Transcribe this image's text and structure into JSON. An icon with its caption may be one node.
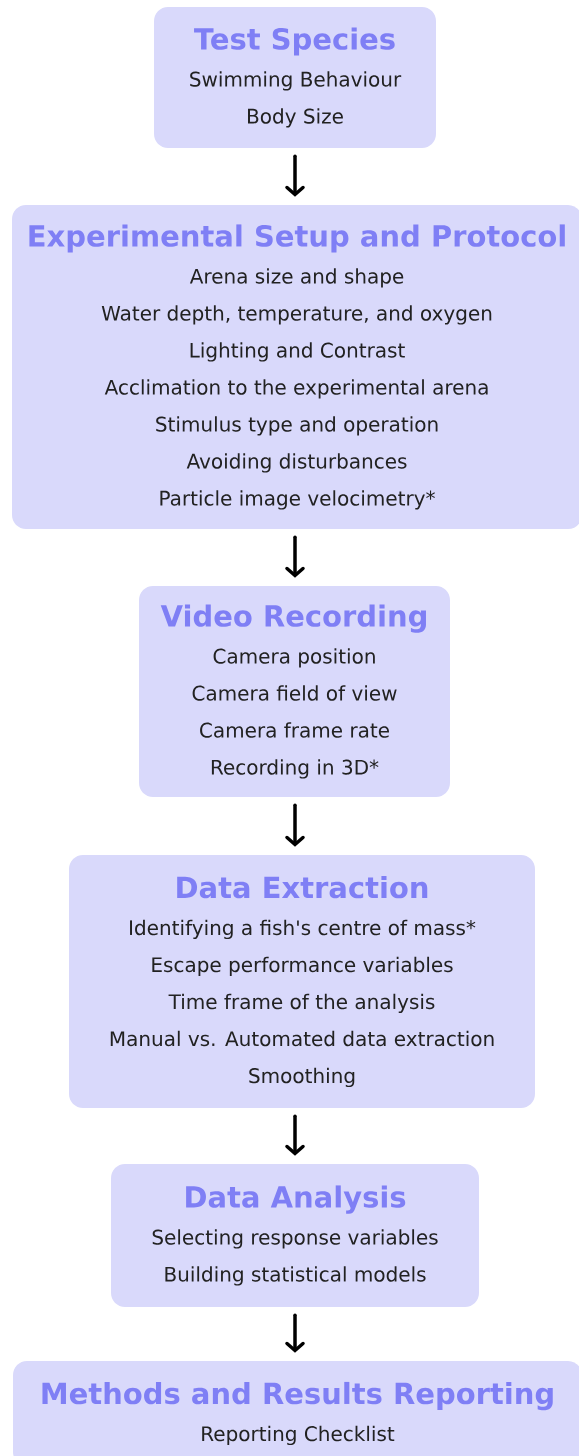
{
  "diagram": {
    "nodes": [
      {
        "text": [
          "Test Species",
          "Swimming Behaviour",
          "Body Size"
        ]
      },
      {
        "text": [
          "Experimental Setup and Protocol",
          "Arena size and shape",
          "Water depth, temperature, and oxygen",
          "Lighting and Contrast",
          "Acclimation to the experimental arena",
          "Stimulus type and operation",
          "Avoiding disturbances",
          "Particle image velocimetry*"
        ]
      },
      {
        "text": [
          "Video Recording",
          "Camera position",
          "Camera field of view",
          "Camera frame rate",
          "Recording in 3D*"
        ]
      },
      {
        "text": [
          "Data Extraction",
          "Identifying a fish's centre of mass*",
          "Escape performance variables",
          "Time frame of the analysis",
          "Manual vs. Automated data extraction",
          "Smoothing"
        ]
      },
      {
        "text": [
          "Data Analysis",
          "Selecting response variables",
          "Building statistical models"
        ]
      },
      {
        "text": [
          "Methods and Results Reporting",
          "Reporting Checklist"
        ]
      }
    ],
    "edges": [
      {
        "from": 0,
        "to": 1,
        "arrow": "to"
      },
      {
        "from": 1,
        "to": 2,
        "arrow": "to"
      },
      {
        "from": 2,
        "to": 3,
        "arrow": "to"
      },
      {
        "from": 3,
        "to": 4,
        "arrow": "to"
      },
      {
        "from": 4,
        "to": 5,
        "arrow": "to"
      }
    ]
  }
}
